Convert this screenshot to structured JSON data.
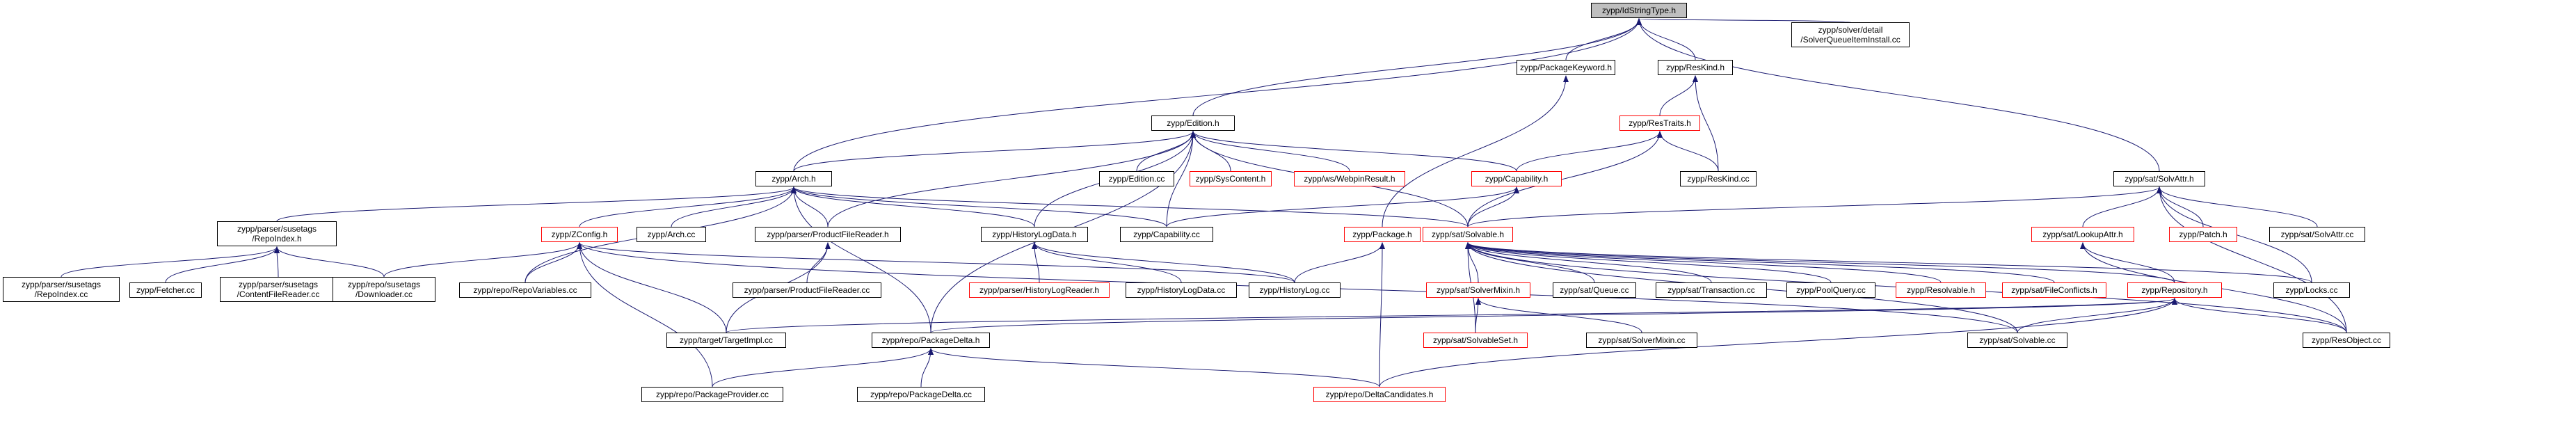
{
  "nodes": [
    {
      "id": "root",
      "lines": [
        "zypp/IdStringType.h"
      ],
      "style": "root"
    },
    {
      "id": "solverqueue",
      "lines": [
        "zypp/solver/detail",
        "/SolverQueueItemInstall.cc"
      ],
      "style": "normal"
    },
    {
      "id": "pkgkeyword",
      "lines": [
        "zypp/PackageKeyword.h"
      ],
      "style": "normal"
    },
    {
      "id": "reskind_h",
      "lines": [
        "zypp/ResKind.h"
      ],
      "style": "normal"
    },
    {
      "id": "restraits",
      "lines": [
        "zypp/ResTraits.h"
      ],
      "style": "red"
    },
    {
      "id": "edition_h",
      "lines": [
        "zypp/Edition.h"
      ],
      "style": "normal"
    },
    {
      "id": "arch_h",
      "lines": [
        "zypp/Arch.h"
      ],
      "style": "normal"
    },
    {
      "id": "solvattr_h",
      "lines": [
        "zypp/sat/SolvAttr.h"
      ],
      "style": "normal"
    },
    {
      "id": "edition_cc",
      "lines": [
        "zypp/Edition.cc"
      ],
      "style": "normal"
    },
    {
      "id": "syscontent",
      "lines": [
        "zypp/SysContent.h"
      ],
      "style": "red"
    },
    {
      "id": "webpin",
      "lines": [
        "zypp/ws/WebpinResult.h"
      ],
      "style": "red"
    },
    {
      "id": "capability_h",
      "lines": [
        "zypp/Capability.h"
      ],
      "style": "red"
    },
    {
      "id": "reskind_cc",
      "lines": [
        "zypp/ResKind.cc"
      ],
      "style": "normal"
    },
    {
      "id": "repoindex_h",
      "lines": [
        "zypp/parser/susetags",
        "/RepoIndex.h"
      ],
      "style": "normal"
    },
    {
      "id": "zconfig",
      "lines": [
        "zypp/ZConfig.h"
      ],
      "style": "red"
    },
    {
      "id": "arch_cc",
      "lines": [
        "zypp/Arch.cc"
      ],
      "style": "normal"
    },
    {
      "id": "productfilereader_h",
      "lines": [
        "zypp/parser/ProductFileReader.h"
      ],
      "style": "normal"
    },
    {
      "id": "historylogdata_h",
      "lines": [
        "zypp/HistoryLogData.h"
      ],
      "style": "normal"
    },
    {
      "id": "capability_cc",
      "lines": [
        "zypp/Capability.cc"
      ],
      "style": "normal"
    },
    {
      "id": "package_h",
      "lines": [
        "zypp/Package.h"
      ],
      "style": "red"
    },
    {
      "id": "solvable_h",
      "lines": [
        "zypp/sat/Solvable.h"
      ],
      "style": "red"
    },
    {
      "id": "lookupattr",
      "lines": [
        "zypp/sat/LookupAttr.h"
      ],
      "style": "red"
    },
    {
      "id": "patch_h",
      "lines": [
        "zypp/Patch.h"
      ],
      "style": "red"
    },
    {
      "id": "solvattr_cc",
      "lines": [
        "zypp/sat/SolvAttr.cc"
      ],
      "style": "normal"
    },
    {
      "id": "repoindex_cc",
      "lines": [
        "zypp/parser/susetags",
        "/RepoIndex.cc"
      ],
      "style": "normal"
    },
    {
      "id": "fetcher",
      "lines": [
        "zypp/Fetcher.cc"
      ],
      "style": "normal"
    },
    {
      "id": "contentfilereader",
      "lines": [
        "zypp/parser/susetags",
        "/ContentFileReader.cc"
      ],
      "style": "normal"
    },
    {
      "id": "downloader",
      "lines": [
        "zypp/repo/susetags",
        "/Downloader.cc"
      ],
      "style": "normal"
    },
    {
      "id": "repovariables",
      "lines": [
        "zypp/repo/RepoVariables.cc"
      ],
      "style": "normal"
    },
    {
      "id": "productfilereader_cc",
      "lines": [
        "zypp/parser/ProductFileReader.cc"
      ],
      "style": "normal"
    },
    {
      "id": "historylogreader",
      "lines": [
        "zypp/parser/HistoryLogReader.h"
      ],
      "style": "red"
    },
    {
      "id": "historylogdata_cc",
      "lines": [
        "zypp/HistoryLogData.cc"
      ],
      "style": "normal"
    },
    {
      "id": "historylog_cc",
      "lines": [
        "zypp/HistoryLog.cc"
      ],
      "style": "normal"
    },
    {
      "id": "solvermixin_h",
      "lines": [
        "zypp/sat/SolverMixin.h"
      ],
      "style": "red"
    },
    {
      "id": "queue_cc",
      "lines": [
        "zypp/sat/Queue.cc"
      ],
      "style": "normal"
    },
    {
      "id": "transaction_cc",
      "lines": [
        "zypp/sat/Transaction.cc"
      ],
      "style": "normal"
    },
    {
      "id": "poolquery_cc",
      "lines": [
        "zypp/PoolQuery.cc"
      ],
      "style": "normal"
    },
    {
      "id": "resolvable_h",
      "lines": [
        "zypp/Resolvable.h"
      ],
      "style": "red"
    },
    {
      "id": "fileconflicts_h",
      "lines": [
        "zypp/sat/FileConflicts.h"
      ],
      "style": "red"
    },
    {
      "id": "repository_h",
      "lines": [
        "zypp/Repository.h"
      ],
      "style": "red"
    },
    {
      "id": "locks_cc",
      "lines": [
        "zypp/Locks.cc"
      ],
      "style": "normal"
    },
    {
      "id": "targetimpl",
      "lines": [
        "zypp/target/TargetImpl.cc"
      ],
      "style": "normal"
    },
    {
      "id": "packagedelta_h",
      "lines": [
        "zypp/repo/PackageDelta.h"
      ],
      "style": "normal"
    },
    {
      "id": "solvableset_h",
      "lines": [
        "zypp/sat/SolvableSet.h"
      ],
      "style": "red"
    },
    {
      "id": "solvermixin_cc",
      "lines": [
        "zypp/sat/SolverMixin.cc"
      ],
      "style": "normal"
    },
    {
      "id": "solvable_cc",
      "lines": [
        "zypp/sat/Solvable.cc"
      ],
      "style": "normal"
    },
    {
      "id": "resobject_cc",
      "lines": [
        "zypp/ResObject.cc"
      ],
      "style": "normal"
    },
    {
      "id": "packageprovider_cc",
      "lines": [
        "zypp/repo/PackageProvider.cc"
      ],
      "style": "normal"
    },
    {
      "id": "packagedelta_cc",
      "lines": [
        "zypp/repo/PackageDelta.cc"
      ],
      "style": "normal"
    },
    {
      "id": "deltacandidates_h",
      "lines": [
        "zypp/repo/DeltaCandidates.h"
      ],
      "style": "red"
    }
  ],
  "edges": [
    [
      "arch_h",
      "root"
    ],
    [
      "edition_h",
      "root"
    ],
    [
      "pkgkeyword",
      "root"
    ],
    [
      "reskind_h",
      "root"
    ],
    [
      "solvattr_h",
      "root"
    ],
    [
      "solverqueue",
      "root"
    ],
    [
      "restraits",
      "reskind_h"
    ],
    [
      "reskind_cc",
      "reskind_h"
    ],
    [
      "package_h",
      "pkgkeyword"
    ],
    [
      "capability_h",
      "restraits"
    ],
    [
      "reskind_cc",
      "restraits"
    ],
    [
      "solvable_h",
      "restraits"
    ],
    [
      "arch_h",
      "edition_h"
    ],
    [
      "edition_cc",
      "edition_h"
    ],
    [
      "syscontent",
      "edition_h"
    ],
    [
      "webpin",
      "edition_h"
    ],
    [
      "capability_h",
      "edition_h"
    ],
    [
      "historylogdata_h",
      "edition_h"
    ],
    [
      "capability_cc",
      "edition_h"
    ],
    [
      "productfilereader_h",
      "edition_h"
    ],
    [
      "packagedelta_h",
      "edition_h"
    ],
    [
      "solvable_h",
      "edition_h"
    ],
    [
      "capability_cc",
      "capability_h"
    ],
    [
      "solvable_h",
      "capability_h"
    ],
    [
      "repoindex_h",
      "arch_h"
    ],
    [
      "zconfig",
      "arch_h"
    ],
    [
      "arch_cc",
      "arch_h"
    ],
    [
      "productfilereader_h",
      "arch_h"
    ],
    [
      "historylogdata_h",
      "arch_h"
    ],
    [
      "capability_cc",
      "arch_h"
    ],
    [
      "solvable_h",
      "arch_h"
    ],
    [
      "repovariables",
      "arch_h"
    ],
    [
      "packagedelta_h",
      "arch_h"
    ],
    [
      "solvable_h",
      "solvattr_h"
    ],
    [
      "lookupattr",
      "solvattr_h"
    ],
    [
      "patch_h",
      "solvattr_h"
    ],
    [
      "solvattr_cc",
      "solvattr_h"
    ],
    [
      "locks_cc",
      "solvattr_h"
    ],
    [
      "resobject_cc",
      "solvattr_h"
    ],
    [
      "repoindex_cc",
      "repoindex_h"
    ],
    [
      "fetcher",
      "repoindex_h"
    ],
    [
      "contentfilereader",
      "repoindex_h"
    ],
    [
      "downloader",
      "repoindex_h"
    ],
    [
      "downloader",
      "zconfig"
    ],
    [
      "repovariables",
      "zconfig"
    ],
    [
      "targetimpl",
      "zconfig"
    ],
    [
      "packageprovider_cc",
      "zconfig"
    ],
    [
      "historylog_cc",
      "zconfig"
    ],
    [
      "solvable_cc",
      "zconfig"
    ],
    [
      "productfilereader_cc",
      "productfilereader_h"
    ],
    [
      "targetimpl",
      "productfilereader_h"
    ],
    [
      "historylogreader",
      "historylogdata_h"
    ],
    [
      "historylogdata_cc",
      "historylogdata_h"
    ],
    [
      "historylog_cc",
      "historylogdata_h"
    ],
    [
      "historylog_cc",
      "package_h"
    ],
    [
      "deltacandidates_h",
      "package_h"
    ],
    [
      "solvermixin_h",
      "solvable_h"
    ],
    [
      "queue_cc",
      "solvable_h"
    ],
    [
      "transaction_cc",
      "solvable_h"
    ],
    [
      "poolquery_cc",
      "solvable_h"
    ],
    [
      "resolvable_h",
      "solvable_h"
    ],
    [
      "fileconflicts_h",
      "solvable_h"
    ],
    [
      "repository_h",
      "solvable_h"
    ],
    [
      "locks_cc",
      "solvable_h"
    ],
    [
      "solvableset_h",
      "solvable_h"
    ],
    [
      "solvable_cc",
      "solvable_h"
    ],
    [
      "resobject_cc",
      "solvable_h"
    ],
    [
      "repository_h",
      "lookupattr"
    ],
    [
      "resobject_cc",
      "lookupattr"
    ],
    [
      "solvableset_h",
      "solvermixin_h"
    ],
    [
      "solvermixin_cc",
      "solvermixin_h"
    ],
    [
      "targetimpl",
      "repository_h"
    ],
    [
      "packagedelta_h",
      "repository_h"
    ],
    [
      "solvable_cc",
      "repository_h"
    ],
    [
      "resobject_cc",
      "repository_h"
    ],
    [
      "deltacandidates_h",
      "repository_h"
    ],
    [
      "packageprovider_cc",
      "packagedelta_h"
    ],
    [
      "packagedelta_cc",
      "packagedelta_h"
    ],
    [
      "deltacandidates_h",
      "packagedelta_h"
    ]
  ],
  "colors": {
    "node_border": "#000000",
    "highlight_border": "#ff0000",
    "root_fill": "#bfbfbf",
    "edge": "#191970"
  }
}
